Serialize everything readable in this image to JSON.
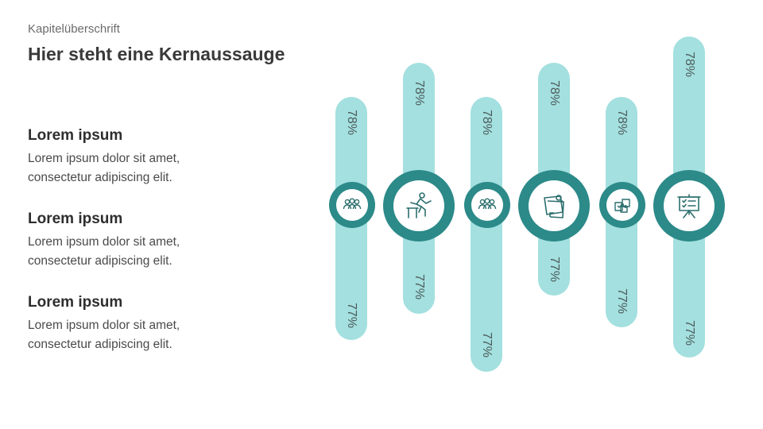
{
  "header": {
    "kicker": "Kapitelüberschrift",
    "title": "Hier steht eine Kernaussauge"
  },
  "text_blocks": [
    {
      "heading": "Lorem ipsum",
      "line1": "Lorem ipsum dolor sit amet,",
      "line2": "consectetur adipiscing elit."
    },
    {
      "heading": "Lorem ipsum",
      "line1": "Lorem ipsum dolor sit amet,",
      "line2": "consectetur adipiscing elit."
    },
    {
      "heading": "Lorem ipsum",
      "line1": "Lorem ipsum dolor sit amet,",
      "line2": "consectetur adipiscing elit."
    }
  ],
  "columns": [
    {
      "top_label": "78%",
      "bottom_label": "77%",
      "icon": "team-icon"
    },
    {
      "top_label": "78%",
      "bottom_label": "77%",
      "icon": "hurdle-runner-icon"
    },
    {
      "top_label": "78%",
      "bottom_label": "77%",
      "icon": "team-icon"
    },
    {
      "top_label": "78%",
      "bottom_label": "77%",
      "icon": "sticky-notes-icon"
    },
    {
      "top_label": "78%",
      "bottom_label": "77%",
      "icon": "puzzle-icon"
    },
    {
      "top_label": "78%",
      "bottom_label": "77%",
      "icon": "presentation-board-icon"
    }
  ],
  "colors": {
    "pill": "#a3e0df",
    "ring": "#2c8a89",
    "icon": "#2c6f6e"
  }
}
